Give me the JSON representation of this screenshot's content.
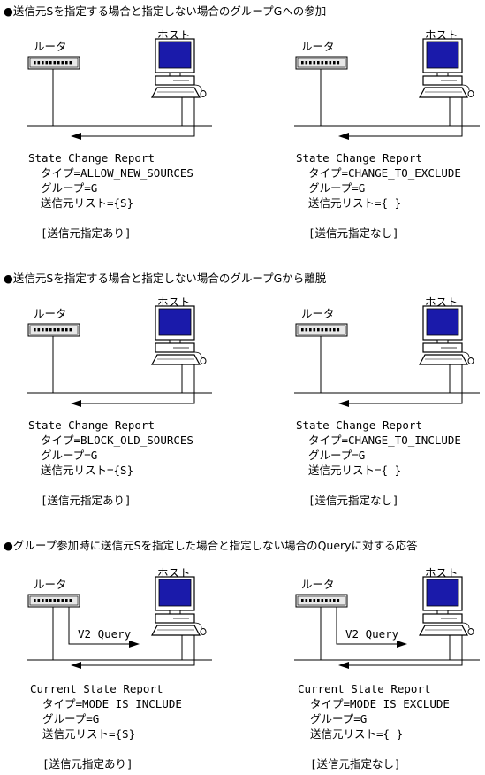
{
  "sections": [
    {
      "title": "●送信元Sを指定する場合と指定しない場合のグループGへの参加",
      "panels": [
        {
          "router": "ルータ",
          "host": "ホスト",
          "query": "",
          "report_title": "State Change Report",
          "type": "タイプ=ALLOW_NEW_SOURCES",
          "group": "グループ=G",
          "source_list": "送信元リスト={S}",
          "note": "[送信元指定あり]"
        },
        {
          "router": "ルータ",
          "host": "ホスト",
          "query": "",
          "report_title": "State Change Report",
          "type": "タイプ=CHANGE_TO_EXCLUDE",
          "group": "グループ=G",
          "source_list": "送信元リスト={ }",
          "note": "[送信元指定なし]"
        }
      ]
    },
    {
      "title": "●送信元Sを指定する場合と指定しない場合のグループGから離脱",
      "panels": [
        {
          "router": "ルータ",
          "host": "ホスト",
          "query": "",
          "report_title": "State Change Report",
          "type": "タイプ=BLOCK_OLD_SOURCES",
          "group": "グループ=G",
          "source_list": "送信元リスト={S}",
          "note": "[送信元指定あり]"
        },
        {
          "router": "ルータ",
          "host": "ホスト",
          "query": "",
          "report_title": "State Change Report",
          "type": "タイプ=CHANGE_TO_INCLUDE",
          "group": "グループ=G",
          "source_list": "送信元リスト={ }",
          "note": "[送信元指定なし]"
        }
      ]
    },
    {
      "title": "●グループ参加時に送信元Sを指定した場合と指定しない場合のQueryに対する応答",
      "panels": [
        {
          "router": "ルータ",
          "host": "ホスト",
          "query": "V2 Query",
          "report_title": "Current State Report",
          "type": "タイプ=MODE_IS_INCLUDE",
          "group": "グループ=G",
          "source_list": "送信元リスト={S}",
          "note": "[送信元指定あり]"
        },
        {
          "router": "ルータ",
          "host": "ホスト",
          "query": "V2 Query",
          "report_title": "Current State Report",
          "type": "タイプ=MODE_IS_EXCLUDE",
          "group": "グループ=G",
          "source_list": "送信元リスト={ }",
          "note": "[送信元指定なし]"
        }
      ]
    }
  ],
  "colors": {
    "screen": "#1a1aaa",
    "line": "#000000",
    "router_body": "#e8e8e8"
  },
  "icons": {
    "router": "router-icon",
    "host": "computer-host-icon",
    "arrow": "arrow-left-icon"
  }
}
